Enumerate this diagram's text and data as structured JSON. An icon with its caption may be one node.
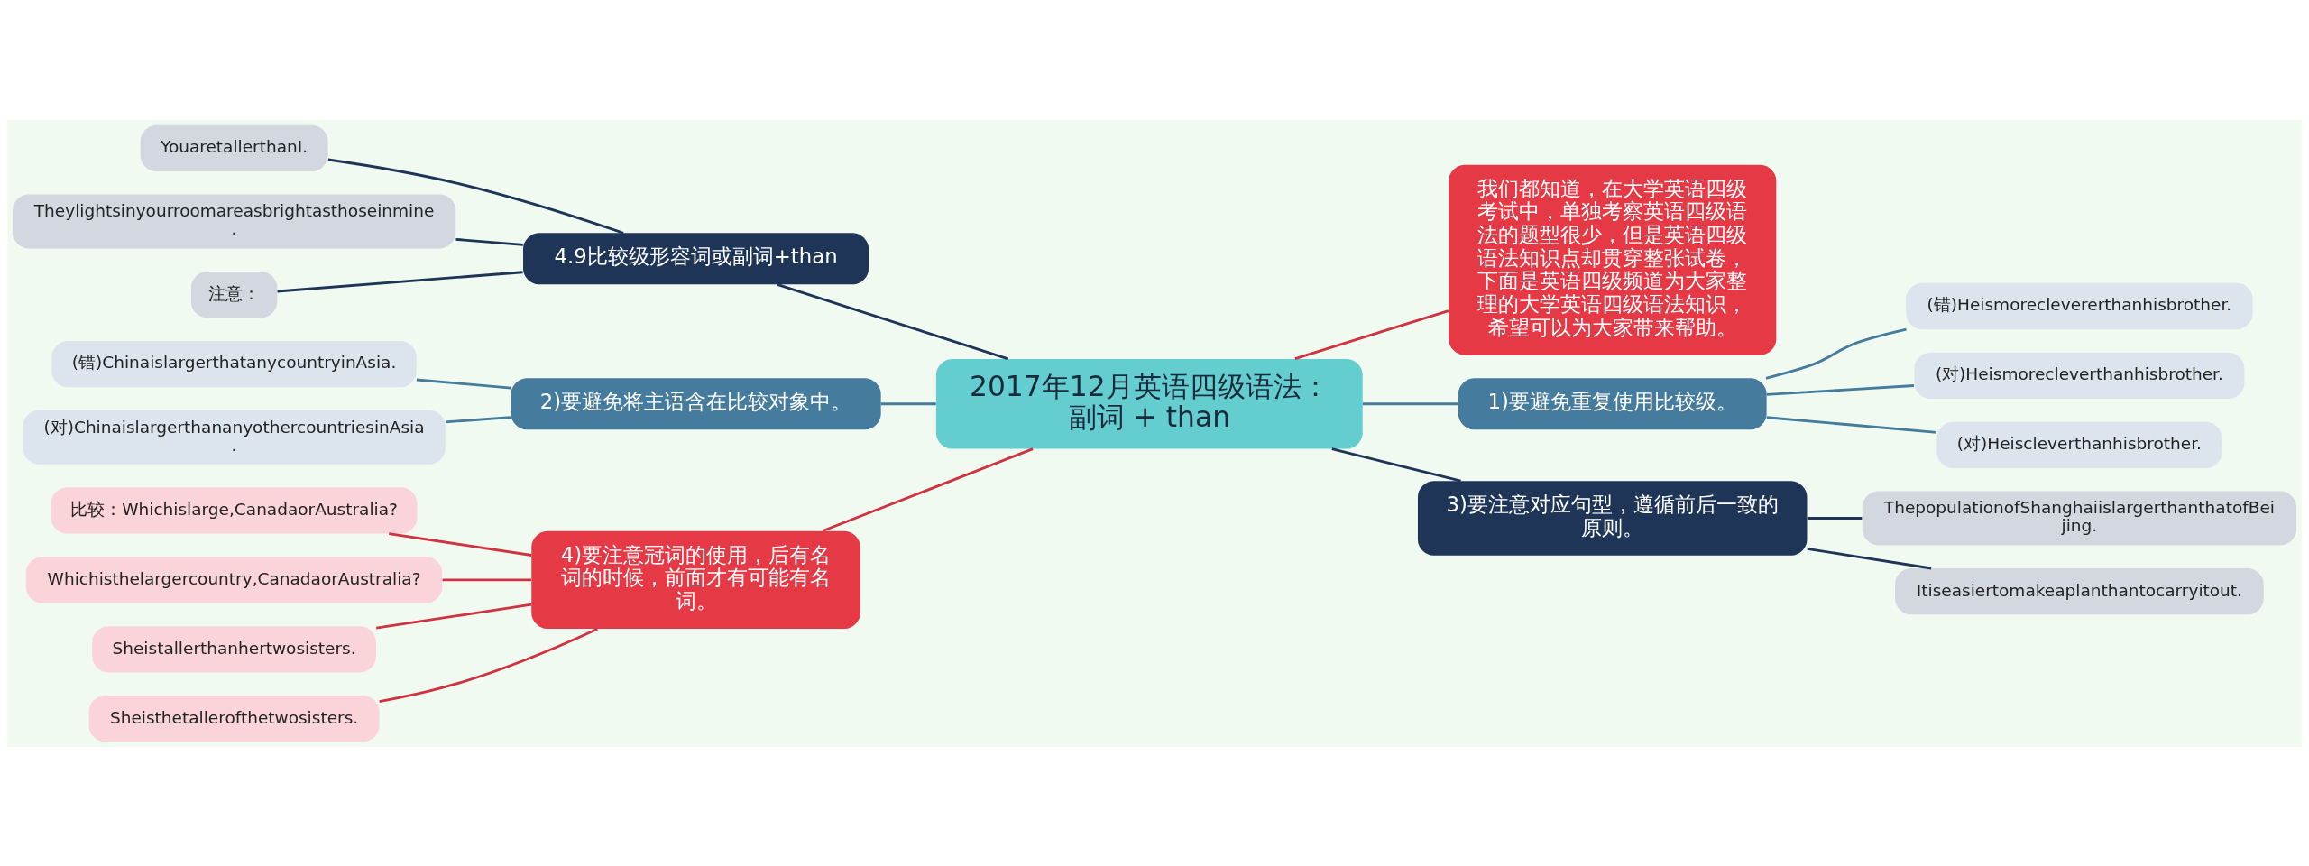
{
  "diagram": {
    "nodes": [
      {
        "text": [
          "2017年12月英语四级语法：副词 + than"
        ]
      },
      {
        "text": [
          "我们都知道，在大学英语四级考试中，单独考察英语四级语法的题型很少，但是英语四级语法知识点却贯穿整张试卷，下面是英语四级频道为大家整理的大学英语四级语法知识，希望可以为大家带来帮助。"
        ]
      },
      {
        "text": [
          "4.9比较级形容词或副词+than"
        ]
      },
      {
        "text": [
          "YouaretallerthanI."
        ]
      },
      {
        "text": [
          "Theylightsinyourroomareasbrightasthoseinmine."
        ]
      },
      {
        "text": [
          "注意："
        ]
      },
      {
        "text": [
          "2)要避免将主语含在比较对象中。"
        ]
      },
      {
        "text": [
          "(错)ChinaislargerthatanycountryinAsia."
        ]
      },
      {
        "text": [
          "(对)ChinaislargerthananyothercountriesinAsia."
        ]
      },
      {
        "text": [
          "1)要避免重复使用比较级。"
        ]
      },
      {
        "text": [
          "(错)Heismoreclevererthanhisbrother."
        ]
      },
      {
        "text": [
          "(对)Heismorecleverthanhisbrother."
        ]
      },
      {
        "text": [
          "(对)Heiscleverthanhisbrother."
        ]
      },
      {
        "text": [
          "4)要注意冠词的使用，后有名词的时候，前面才有可能有名词。"
        ]
      },
      {
        "text": [
          "比较：Whichislarge,CanadaorAustralia?"
        ]
      },
      {
        "text": [
          "Whichisthelargercountry,CanadaorAustralia?"
        ]
      },
      {
        "text": [
          "Sheistallerthanhertwosisters."
        ]
      },
      {
        "text": [
          "Sheisthetallerofthetwosisters."
        ]
      },
      {
        "text": [
          "3)要注意对应句型，遵循前后一致的原则。"
        ]
      },
      {
        "text": [
          "ThepopulationofShanghaiislargerthanthatofBeijing."
        ]
      },
      {
        "text": [
          "Itiseasiertomakeaplanthantocarryitout."
        ]
      }
    ],
    "edges": [
      {
        "from": 0,
        "to": 1,
        "arrow": "none",
        "color": "#d0323f"
      },
      {
        "from": 0,
        "to": 2,
        "arrow": "none",
        "color": "#1e3557"
      },
      {
        "from": 2,
        "to": 3,
        "arrow": "none",
        "color": "#1e3557"
      },
      {
        "from": 2,
        "to": 4,
        "arrow": "none",
        "color": "#1e3557"
      },
      {
        "from": 2,
        "to": 5,
        "arrow": "none",
        "color": "#1e3557"
      },
      {
        "from": 0,
        "to": 6,
        "arrow": "none",
        "color": "#457b9d"
      },
      {
        "from": 6,
        "to": 7,
        "arrow": "none",
        "color": "#457b9d"
      },
      {
        "from": 6,
        "to": 8,
        "arrow": "none",
        "color": "#457b9d"
      },
      {
        "from": 0,
        "to": 9,
        "arrow": "none",
        "color": "#457b9d"
      },
      {
        "from": 9,
        "to": 10,
        "arrow": "none",
        "color": "#457b9d"
      },
      {
        "from": 9,
        "to": 11,
        "arrow": "none",
        "color": "#457b9d"
      },
      {
        "from": 9,
        "to": 12,
        "arrow": "none",
        "color": "#457b9d"
      },
      {
        "from": 0,
        "to": 13,
        "arrow": "none",
        "color": "#d0323f"
      },
      {
        "from": 13,
        "to": 14,
        "arrow": "none",
        "color": "#d0323f"
      },
      {
        "from": 13,
        "to": 15,
        "arrow": "none",
        "color": "#d0323f"
      },
      {
        "from": 13,
        "to": 16,
        "arrow": "none",
        "color": "#d0323f"
      },
      {
        "from": 13,
        "to": 17,
        "arrow": "none",
        "color": "#d0323f"
      },
      {
        "from": 0,
        "to": 18,
        "arrow": "none",
        "color": "#1e3557"
      },
      {
        "from": 18,
        "to": 19,
        "arrow": "none",
        "color": "#1e3557"
      },
      {
        "from": 18,
        "to": 20,
        "arrow": "none",
        "color": "#1e3557"
      }
    ]
  }
}
